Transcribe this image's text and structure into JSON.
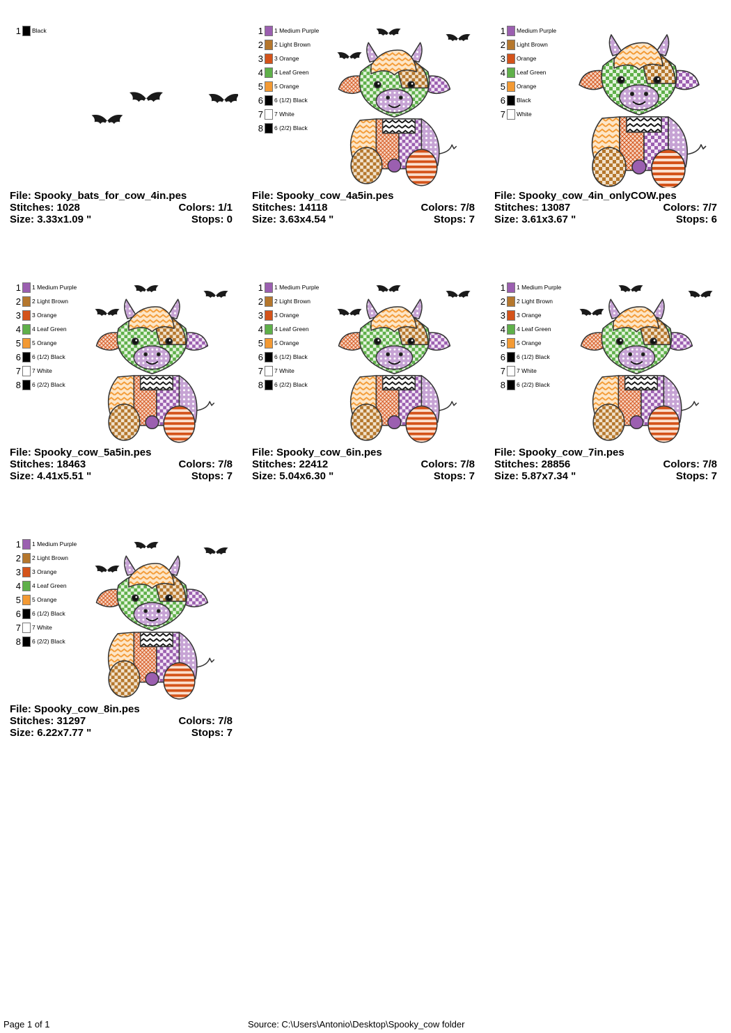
{
  "designs": [
    {
      "file": "Spooky_bats_for_cow_4in.pes",
      "stitches": "1028",
      "colors": "1/1",
      "size": "3.33x1.09 \"",
      "stops": "0",
      "art": "bats",
      "threads": [
        {
          "num": "1",
          "name": "Black",
          "color": "#000000"
        }
      ]
    },
    {
      "file": "Spooky_cow_4a5in.pes",
      "stitches": "14118",
      "colors": "7/8",
      "size": "3.63x4.54 \"",
      "stops": "7",
      "art": "cow-bats",
      "threads": [
        {
          "num": "1",
          "name": "1 Medium Purple",
          "color": "#9b5fb0"
        },
        {
          "num": "2",
          "name": "2 Light Brown",
          "color": "#b5772d"
        },
        {
          "num": "3",
          "name": "3 Orange",
          "color": "#d4531a"
        },
        {
          "num": "4",
          "name": "4 Leaf Green",
          "color": "#5fb04a"
        },
        {
          "num": "5",
          "name": "5 Orange",
          "color": "#f39a34"
        },
        {
          "num": "6",
          "name": "6 (1/2) Black",
          "color": "#000000"
        },
        {
          "num": "7",
          "name": "7 White",
          "color": "#ffffff"
        },
        {
          "num": "8",
          "name": "6 (2/2) Black",
          "color": "#000000"
        }
      ]
    },
    {
      "file": "Spooky_cow_4in_onlyCOW.pes",
      "stitches": "13087",
      "colors": "7/7",
      "size": "3.61x3.67 \"",
      "stops": "6",
      "art": "cow",
      "threads": [
        {
          "num": "1",
          "name": "Medium Purple",
          "color": "#9b5fb0"
        },
        {
          "num": "2",
          "name": "Light Brown",
          "color": "#b5772d"
        },
        {
          "num": "3",
          "name": "Orange",
          "color": "#d4531a"
        },
        {
          "num": "4",
          "name": "Leaf Green",
          "color": "#5fb04a"
        },
        {
          "num": "5",
          "name": "Orange",
          "color": "#f39a34"
        },
        {
          "num": "6",
          "name": "Black",
          "color": "#000000"
        },
        {
          "num": "7",
          "name": "White",
          "color": "#ffffff"
        }
      ]
    },
    {
      "file": "Spooky_cow_5a5in.pes",
      "stitches": "18463",
      "colors": "7/8",
      "size": "4.41x5.51 \"",
      "stops": "7",
      "art": "cow-bats",
      "threads": [
        {
          "num": "1",
          "name": "1 Medium Purple",
          "color": "#9b5fb0"
        },
        {
          "num": "2",
          "name": "2 Light Brown",
          "color": "#b5772d"
        },
        {
          "num": "3",
          "name": "3 Orange",
          "color": "#d4531a"
        },
        {
          "num": "4",
          "name": "4 Leaf Green",
          "color": "#5fb04a"
        },
        {
          "num": "5",
          "name": "5 Orange",
          "color": "#f39a34"
        },
        {
          "num": "6",
          "name": "6 (1/2) Black",
          "color": "#000000"
        },
        {
          "num": "7",
          "name": "7 White",
          "color": "#ffffff"
        },
        {
          "num": "8",
          "name": "6 (2/2) Black",
          "color": "#000000"
        }
      ]
    },
    {
      "file": "Spooky_cow_6in.pes",
      "stitches": "22412",
      "colors": "7/8",
      "size": "5.04x6.30 \"",
      "stops": "7",
      "art": "cow-bats",
      "threads": [
        {
          "num": "1",
          "name": "1 Medium Purple",
          "color": "#9b5fb0"
        },
        {
          "num": "2",
          "name": "2 Light Brown",
          "color": "#b5772d"
        },
        {
          "num": "3",
          "name": "3 Orange",
          "color": "#d4531a"
        },
        {
          "num": "4",
          "name": "4 Leaf Green",
          "color": "#5fb04a"
        },
        {
          "num": "5",
          "name": "5 Orange",
          "color": "#f39a34"
        },
        {
          "num": "6",
          "name": "6 (1/2) Black",
          "color": "#000000"
        },
        {
          "num": "7",
          "name": "7 White",
          "color": "#ffffff"
        },
        {
          "num": "8",
          "name": "6 (2/2) Black",
          "color": "#000000"
        }
      ]
    },
    {
      "file": "Spooky_cow_7in.pes",
      "stitches": "28856",
      "colors": "7/8",
      "size": "5.87x7.34 \"",
      "stops": "7",
      "art": "cow-bats",
      "threads": [
        {
          "num": "1",
          "name": "1 Medium Purple",
          "color": "#9b5fb0"
        },
        {
          "num": "2",
          "name": "2 Light Brown",
          "color": "#b5772d"
        },
        {
          "num": "3",
          "name": "3 Orange",
          "color": "#d4531a"
        },
        {
          "num": "4",
          "name": "4 Leaf Green",
          "color": "#5fb04a"
        },
        {
          "num": "5",
          "name": "5 Orange",
          "color": "#f39a34"
        },
        {
          "num": "6",
          "name": "6 (1/2) Black",
          "color": "#000000"
        },
        {
          "num": "7",
          "name": "7 White",
          "color": "#ffffff"
        },
        {
          "num": "8",
          "name": "6 (2/2) Black",
          "color": "#000000"
        }
      ]
    },
    {
      "file": "Spooky_cow_8in.pes",
      "stitches": "31297",
      "colors": "7/8",
      "size": "6.22x7.77 \"",
      "stops": "7",
      "art": "cow-bats",
      "threads": [
        {
          "num": "1",
          "name": "1 Medium Purple",
          "color": "#9b5fb0"
        },
        {
          "num": "2",
          "name": "2 Light Brown",
          "color": "#b5772d"
        },
        {
          "num": "3",
          "name": "3 Orange",
          "color": "#d4531a"
        },
        {
          "num": "4",
          "name": "4 Leaf Green",
          "color": "#5fb04a"
        },
        {
          "num": "5",
          "name": "5 Orange",
          "color": "#f39a34"
        },
        {
          "num": "6",
          "name": "6 (1/2) Black",
          "color": "#000000"
        },
        {
          "num": "7",
          "name": "7 White",
          "color": "#ffffff"
        },
        {
          "num": "8",
          "name": "6 (2/2) Black",
          "color": "#000000"
        }
      ]
    }
  ],
  "labels": {
    "file": "File:",
    "stitches": "Stitches:",
    "colors": "Colors:",
    "size": "Size:",
    "stops": "Stops:"
  },
  "footer": {
    "page": "Page 1 of 1",
    "source": "Source:  C:\\Users\\Antonio\\Desktop\\Spooky_cow folder"
  }
}
